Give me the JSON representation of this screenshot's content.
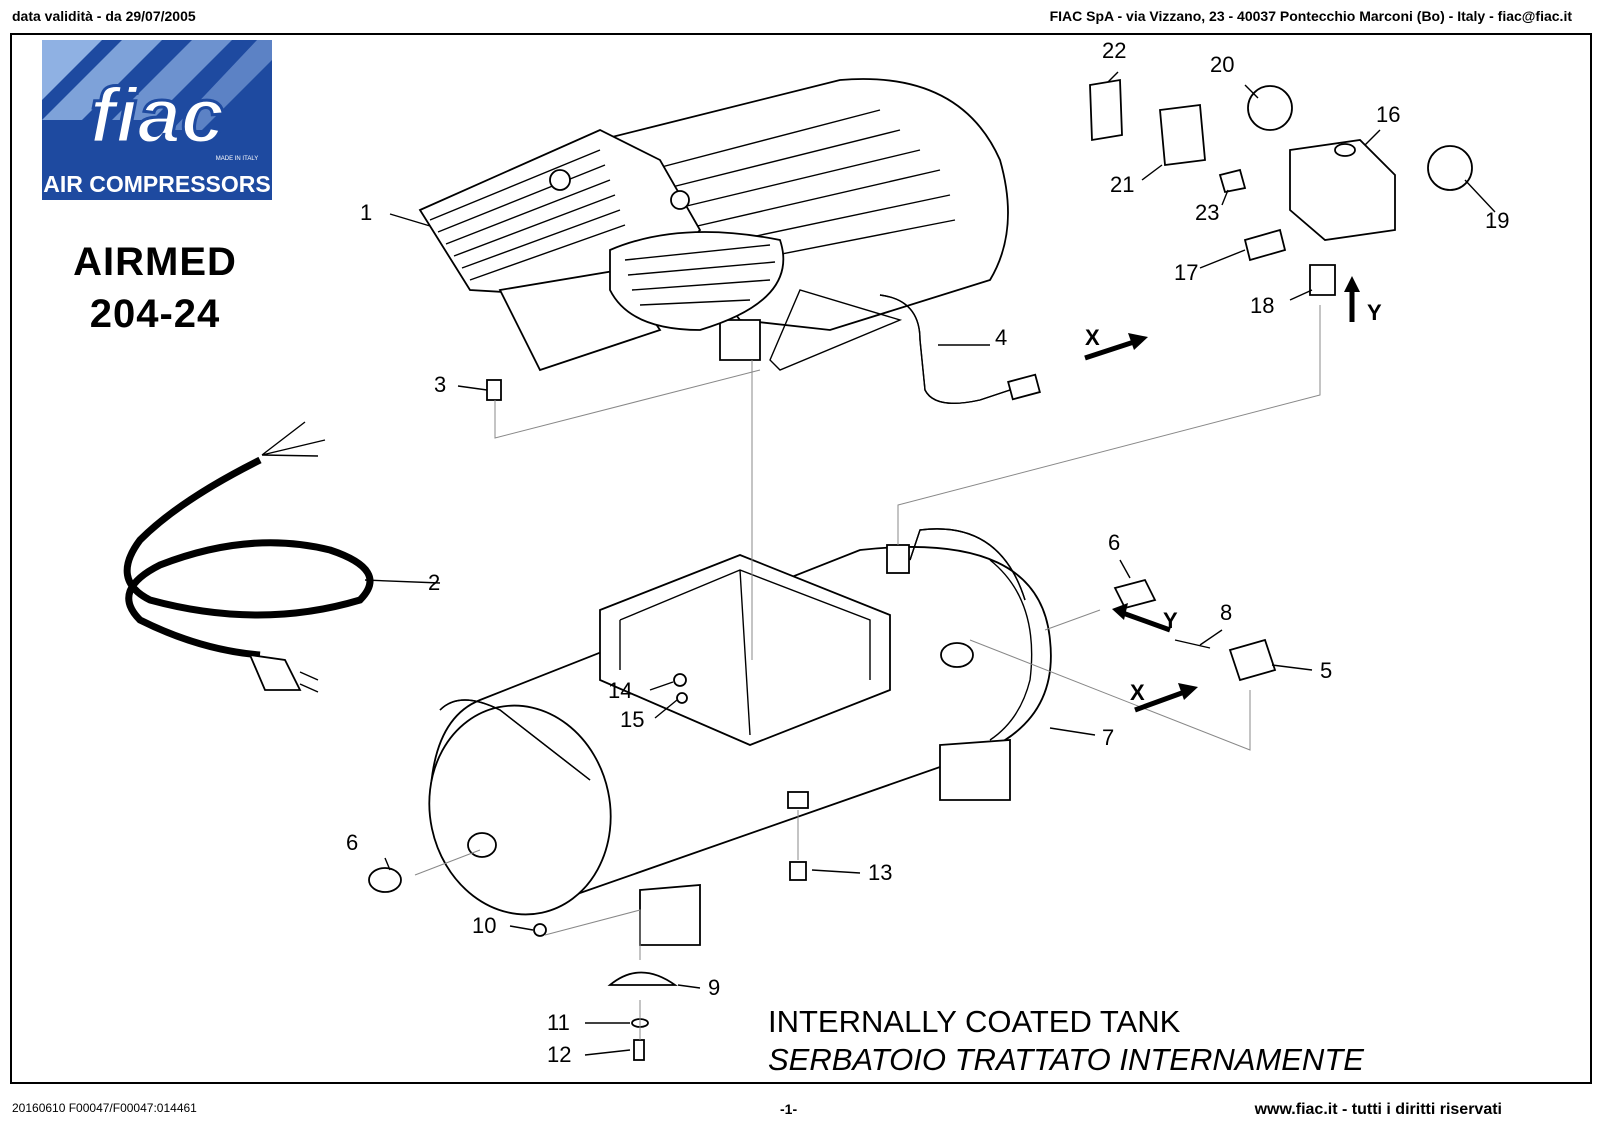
{
  "header": {
    "left": "data validità - da 29/07/2005",
    "right": "FIAC SpA - via Vizzano, 23 - 40037 Pontecchio Marconi (Bo) - Italy - fiac@fiac.it"
  },
  "logo": {
    "brand": "fiac",
    "tagline": "MADE IN ITALY",
    "subtitle": "AIR COMPRESSORS",
    "colors": {
      "blue": "#1e4aa0",
      "light": "#8fb1e3"
    }
  },
  "model": {
    "line1": "AIRMED",
    "line2": "204-24"
  },
  "callouts": [
    {
      "id": "c1",
      "label": "1"
    },
    {
      "id": "c2",
      "label": "2"
    },
    {
      "id": "c3",
      "label": "3"
    },
    {
      "id": "c4",
      "label": "4"
    },
    {
      "id": "c5",
      "label": "5"
    },
    {
      "id": "c6a",
      "label": "6"
    },
    {
      "id": "c6b",
      "label": "6"
    },
    {
      "id": "c7",
      "label": "7"
    },
    {
      "id": "c8",
      "label": "8"
    },
    {
      "id": "c9",
      "label": "9"
    },
    {
      "id": "c10",
      "label": "10"
    },
    {
      "id": "c11",
      "label": "11"
    },
    {
      "id": "c12",
      "label": "12"
    },
    {
      "id": "c13",
      "label": "13"
    },
    {
      "id": "c14",
      "label": "14"
    },
    {
      "id": "c15",
      "label": "15"
    },
    {
      "id": "c16",
      "label": "16"
    },
    {
      "id": "c17",
      "label": "17"
    },
    {
      "id": "c18",
      "label": "18"
    },
    {
      "id": "c19",
      "label": "19"
    },
    {
      "id": "c20",
      "label": "20"
    },
    {
      "id": "c21",
      "label": "21"
    },
    {
      "id": "c22",
      "label": "22"
    },
    {
      "id": "c23",
      "label": "23"
    }
  ],
  "connectors": {
    "x": "X",
    "y": "Y"
  },
  "tank_note": {
    "en": "INTERNALLY COATED TANK",
    "it": "SERBATOIO TRATTATO INTERNAMENTE"
  },
  "footer": {
    "left": "20160610 F00047/F00047:014461",
    "center": "-1-",
    "right": "www.fiac.it - tutti i diritti riservati"
  }
}
